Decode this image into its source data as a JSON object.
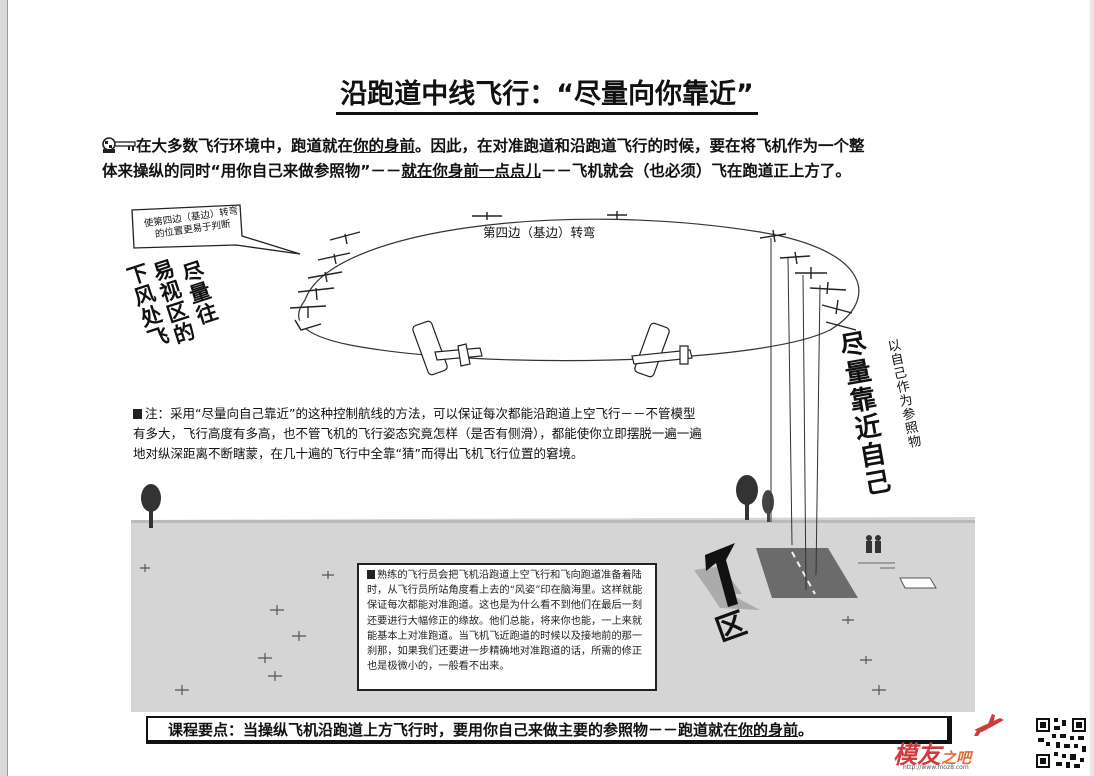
{
  "title": "沿跑道中线飞行：“尽量向你靠近”",
  "intro": {
    "line1": "在大多数飞行环境中，跑道就在",
    "line1_ul": "你的身前",
    "line1_rest": "。因此，在对准跑道和沿跑道飞行的时候，要在将飞机作为一个整",
    "line2_a": "体来操纵的同时“用你自己来做参照物”－－",
    "line2_ul": "就在你身前一点点儿",
    "line2_b": "－－飞机就会（也必须）飞在跑道正上方了。"
  },
  "diagram": {
    "base_turn": "第四边（基边）转弯",
    "callout": "使第四边（基边）转弯的位置更易于判断",
    "left_col1": "尽量往",
    "left_col2": "易视区的",
    "left_col3": "下风处飞",
    "right_big": "尽量靠近自己",
    "right_small": "以自己作为参照物",
    "zone_char": "区"
  },
  "note": {
    "text": "注：采用“尽量向自己靠近”的这种控制航线的方法，可以保证每次都能沿跑道上空飞行－－不管模型有多大，飞行高度有多高，也不管飞机的飞行姿态究竟怎样（是否有侧滑），都能使你立即摆脱一遍一遍地对纵深距离不断瞎蒙，在几十遍的飞行中全靠“猜”而得出飞机飞行位置的窘境。"
  },
  "expert": {
    "text": "熟练的飞行员会把飞机沿跑道上空飞行和飞向跑道准备着陆时，从飞行员所站角度看上去的“风姿”印在脑海里。这样就能保证每次都能对准跑道。这也是为什么看不到他们在最后一刻还要进行大幅修正的缘故。他们总能，将来你也能，一上来就能基本上对准跑道。当飞机飞近跑道的时候以及接地前的那一刹那，如果我们还要进一步精确地对准跑道的话，所需的修正也是极微小的，一般看不出来。"
  },
  "summary": {
    "text_a": "课程要点：当操纵飞机沿跑道上方飞行时，要用你自己来做主要的参照物－－跑道就在",
    "text_ul": "你的身前",
    "text_b": "。"
  },
  "watermark": {
    "logo_main": "模友",
    "logo_sub": "之吧",
    "url": "http://www.moz8.com"
  },
  "colors": {
    "ground": "#d4d4d4",
    "runway": "#6a6a6a",
    "arrow": "#111111"
  }
}
